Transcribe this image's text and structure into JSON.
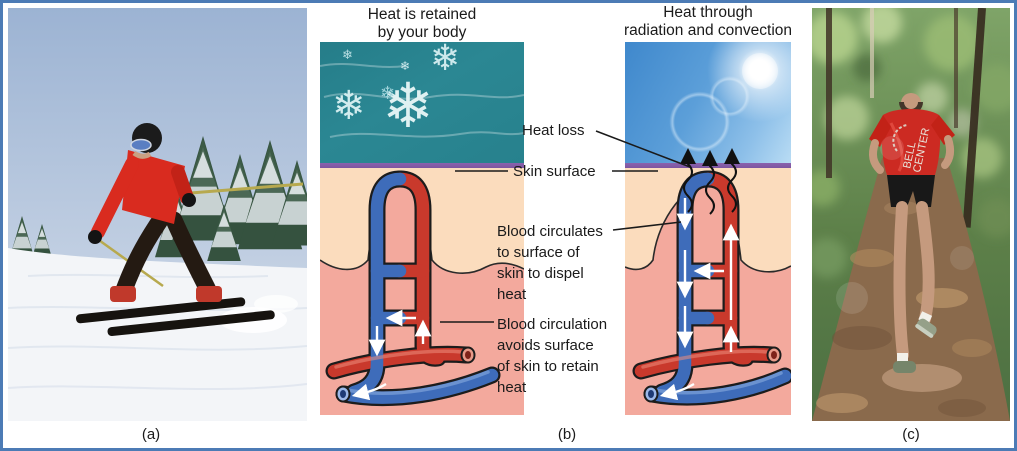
{
  "colors": {
    "border": "#4c7bb5",
    "cold_sky": "#2b8793",
    "warm_sky": "#5c9fd9",
    "skin_strip": "#7d55a0",
    "epidermis": "#fbdcbd",
    "dermis": "#f3a99d",
    "artery": "#c9392c",
    "vein": "#3e6cba",
    "snowflake": "#dff1f2",
    "ink": "#1a1a1a"
  },
  "captions": {
    "a": "(a)",
    "b": "(b)",
    "c": "(c)"
  },
  "diagram": {
    "cold": {
      "title_lines": [
        "Heat is retained",
        "by your body"
      ]
    },
    "warm": {
      "title_lines": [
        "Heat through",
        "radiation and convection"
      ]
    },
    "labels": {
      "heat_loss": "Heat loss",
      "skin_surface": "Skin surface",
      "dispel_lines": [
        "Blood circulates",
        "to surface of",
        "skin to dispel",
        "heat"
      ],
      "retain_lines": [
        "Blood circulation",
        "avoids surface",
        "of skin to retain",
        "heat"
      ]
    }
  },
  "photos": {
    "skier": {
      "description": "Skier in red jacket carving on a snowy slope beside snow-covered evergreens"
    },
    "runner": {
      "description": "Runner in red shirt and black shorts on a wooded dirt trail",
      "shirt_lines": [
        "BELL",
        "CENTER"
      ]
    }
  },
  "icons": {
    "snowflake": "❄"
  }
}
